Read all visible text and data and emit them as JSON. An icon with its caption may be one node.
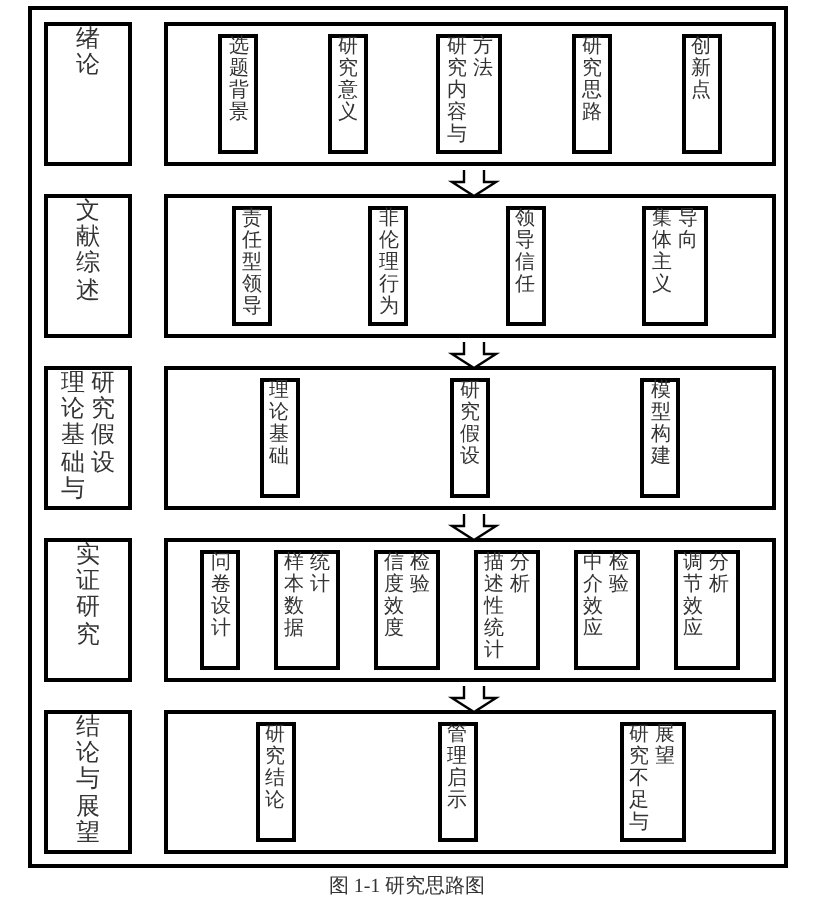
{
  "diagram": {
    "caption": "图 1-1 研究思路图",
    "nodes": [
      {
        "text": [],
        "shape": "box"
      },
      {
        "text": [
          "绪论"
        ],
        "in": 0
      },
      {
        "text": [],
        "shape": "box",
        "in": 0
      },
      {
        "text": [
          "选题背景"
        ],
        "in": 2
      },
      {
        "text": [
          "研究意义"
        ],
        "in": 2
      },
      {
        "text": [
          "研究内容与方法"
        ],
        "in": 2
      },
      {
        "text": [
          "研究思路"
        ],
        "in": 2
      },
      {
        "text": [
          "创新点"
        ],
        "in": 2
      },
      {
        "text": [
          "文献综述"
        ],
        "in": 0
      },
      {
        "text": [],
        "shape": "box",
        "in": 0
      },
      {
        "text": [
          "责任型领导"
        ],
        "in": 9
      },
      {
        "text": [
          "非伦理行为"
        ],
        "in": 9
      },
      {
        "text": [
          "领导信任"
        ],
        "in": 9
      },
      {
        "text": [
          "集体主义导向"
        ],
        "in": 9
      },
      {
        "text": [
          "理论基础与研究假设"
        ],
        "in": 0
      },
      {
        "text": [],
        "shape": "box",
        "in": 0
      },
      {
        "text": [
          "理论基础"
        ],
        "in": 15
      },
      {
        "text": [
          "研究假设"
        ],
        "in": 15
      },
      {
        "text": [
          "模型构建"
        ],
        "in": 15
      },
      {
        "text": [
          "实证研究"
        ],
        "in": 0
      },
      {
        "text": [],
        "shape": "box",
        "in": 0
      },
      {
        "text": [
          "问卷设计"
        ],
        "in": 20
      },
      {
        "text": [
          "样本数据统计"
        ],
        "in": 20
      },
      {
        "text": [
          "信度效度检验"
        ],
        "in": 20
      },
      {
        "text": [
          "描述性统计分析"
        ],
        "in": 20
      },
      {
        "text": [
          "中介效应检验"
        ],
        "in": 20
      },
      {
        "text": [
          "调节效应分析"
        ],
        "in": 20
      },
      {
        "text": [
          "结论与展望"
        ],
        "in": 0
      },
      {
        "text": [],
        "shape": "box",
        "in": 0
      },
      {
        "text": [
          "研究结论"
        ],
        "in": 28
      },
      {
        "text": [
          "管理启示"
        ],
        "in": 28
      },
      {
        "text": [
          "研究不足与展望"
        ],
        "in": 28
      }
    ],
    "edges": [
      {
        "from": 2,
        "to": 9,
        "arrow": "to"
      },
      {
        "from": 9,
        "to": 15,
        "arrow": "to"
      },
      {
        "from": 15,
        "to": 20,
        "arrow": "to"
      },
      {
        "from": 20,
        "to": 28,
        "arrow": "to"
      }
    ]
  }
}
